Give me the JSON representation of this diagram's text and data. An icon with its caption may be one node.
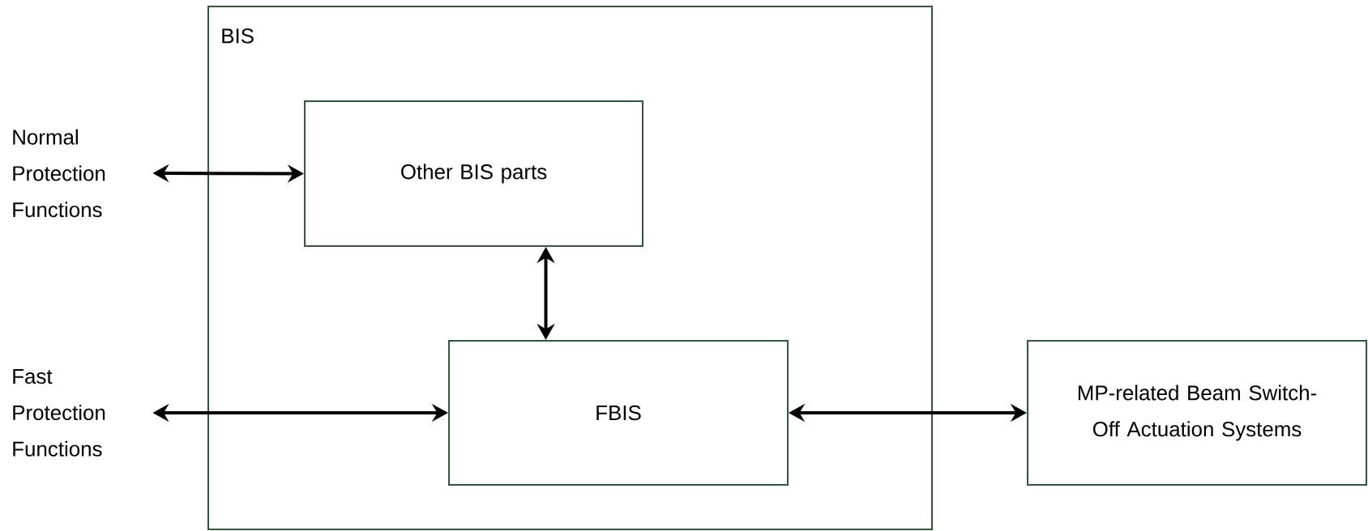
{
  "diagram": {
    "nodes": [
      {
        "text": [
          "BIS"
        ]
      },
      {
        "text": [
          "Normal Protection Functions"
        ]
      },
      {
        "text": [
          "Other BIS parts"
        ],
        "in": 0
      },
      {
        "text": [
          "Fast Protection Functions"
        ]
      },
      {
        "text": [
          "FBIS"
        ],
        "in": 0
      },
      {
        "text": [
          "MP-related Beam Switch-Off Actuation Systems"
        ]
      }
    ],
    "edges": [
      {
        "from": 1,
        "to": 2,
        "arrow": "both"
      },
      {
        "from": 2,
        "to": 4,
        "arrow": "both"
      },
      {
        "from": 3,
        "to": 4,
        "arrow": "both"
      },
      {
        "from": 4,
        "to": 5,
        "arrow": "both"
      }
    ]
  }
}
